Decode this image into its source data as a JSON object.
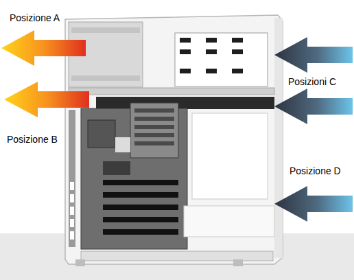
{
  "diagram": {
    "labels": [
      "Posizione A",
      "Posizione B",
      "Posizioni C",
      "Posizione D"
    ]
  }
}
